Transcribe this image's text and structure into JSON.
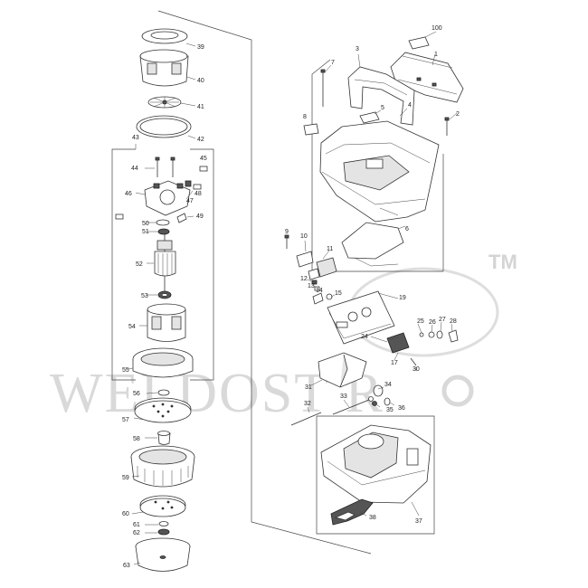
{
  "labels": {
    "l100": "100",
    "l1": "1",
    "l2": "2",
    "l3": "3",
    "l4": "4",
    "l5": "5",
    "l6": "6",
    "l7": "7",
    "l8": "8",
    "l9": "9",
    "l10": "10",
    "l11": "11",
    "l12": "12",
    "l13": "13",
    "l14": "14",
    "l15": "15",
    "l17": "17",
    "l19": "19",
    "l24": "24",
    "l25": "25",
    "l26": "26",
    "l27": "27",
    "l28": "28",
    "l30": "30",
    "l31": "31",
    "l32": "32",
    "l33": "33",
    "l34": "34",
    "l35": "35",
    "l36": "36",
    "l37": "37",
    "l38": "38",
    "l39": "39",
    "l40": "40",
    "l41": "41",
    "l42": "42",
    "l43": "43",
    "l44": "44",
    "l45": "45",
    "l46": "46",
    "l47": "47",
    "l48": "48",
    "l49": "49",
    "l50": "50",
    "l51": "51",
    "l52": "52",
    "l53": "53",
    "l54": "54",
    "l55": "55",
    "l56": "56",
    "l57": "57",
    "l58": "58",
    "l59": "59",
    "l60": "60",
    "l61": "61",
    "l62": "62",
    "l63": "63"
  },
  "watermark": {
    "text": "WELDOST R",
    "tm": "TM"
  },
  "colors": {
    "line": "#333333",
    "watermark": "#d9d9d9",
    "fill_gray": "#e4e4e4"
  }
}
